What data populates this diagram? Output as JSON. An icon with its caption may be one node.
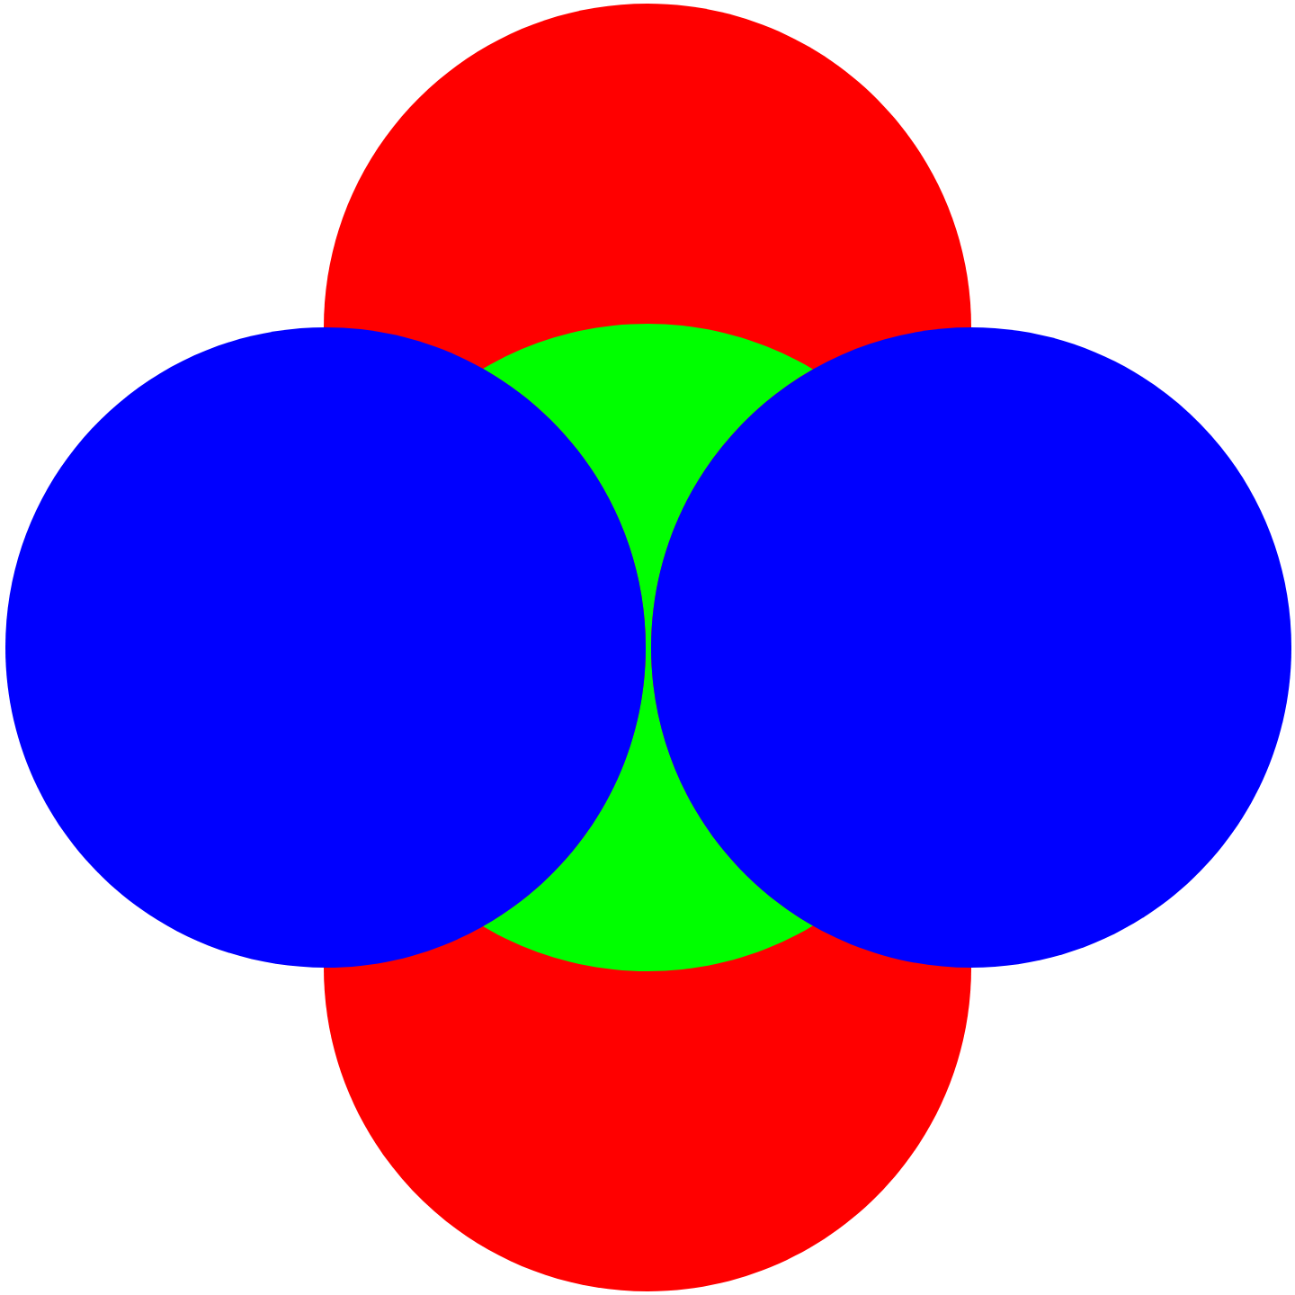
{
  "diagram": {
    "nodes": [
      {
        "text": [],
        "shape": "box"
      },
      {
        "text": [],
        "shape": "circle",
        "in": 0
      },
      {
        "text": [],
        "shape": "circle"
      },
      {
        "text": [],
        "shape": "circle"
      }
    ]
  }
}
